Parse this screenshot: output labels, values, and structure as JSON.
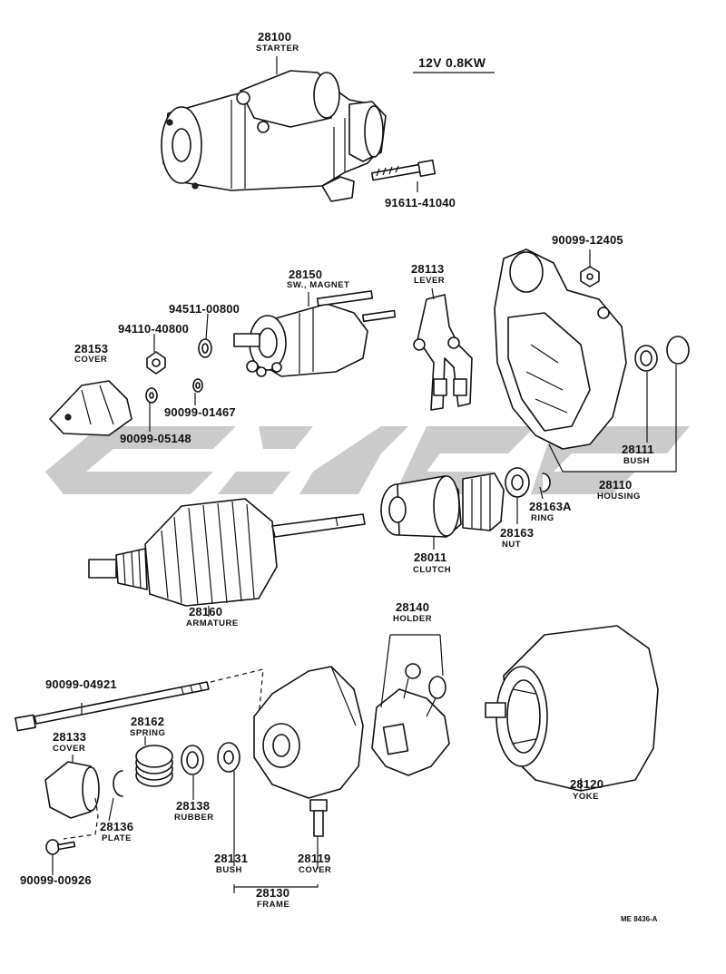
{
  "title": "12V 0.8KW",
  "reference_code": "ME 8436-A",
  "parts": [
    {
      "id": "starter",
      "number": "28100",
      "name": "STARTER"
    },
    {
      "id": "bolt",
      "number": "91611-41040",
      "name": ""
    },
    {
      "id": "nut-top",
      "number": "90099-12405",
      "name": ""
    },
    {
      "id": "sw-magnet",
      "number": "28150",
      "name": "SW., MAGNET"
    },
    {
      "id": "lever",
      "number": "28113",
      "name": "LEVER"
    },
    {
      "id": "washer-94511",
      "number": "94511-00800",
      "name": ""
    },
    {
      "id": "nut-94110",
      "number": "94110-40800",
      "name": ""
    },
    {
      "id": "cover-28153",
      "number": "28153",
      "name": "COVER"
    },
    {
      "id": "washer-01467",
      "number": "90099-01467",
      "name": ""
    },
    {
      "id": "washer-05148",
      "number": "90099-05148",
      "name": ""
    },
    {
      "id": "bush-28111",
      "number": "28111",
      "name": "BUSH"
    },
    {
      "id": "housing",
      "number": "28110",
      "name": "HOUSING"
    },
    {
      "id": "ring",
      "number": "28163A",
      "name": "RING"
    },
    {
      "id": "nut-28163",
      "number": "28163",
      "name": "NUT"
    },
    {
      "id": "clutch",
      "number": "28011",
      "name": "CLUTCH"
    },
    {
      "id": "armature",
      "number": "28160",
      "name": "ARMATURE"
    },
    {
      "id": "holder",
      "number": "28140",
      "name": "HOLDER"
    },
    {
      "id": "through-bolt",
      "number": "90099-04921",
      "name": ""
    },
    {
      "id": "spring",
      "number": "28162",
      "name": "SPRING"
    },
    {
      "id": "cover-28133",
      "number": "28133",
      "name": "COVER"
    },
    {
      "id": "plate",
      "number": "28136",
      "name": "PLATE"
    },
    {
      "id": "rubber",
      "number": "28138",
      "name": "RUBBER"
    },
    {
      "id": "screw",
      "number": "90099-00926",
      "name": ""
    },
    {
      "id": "bush-28131",
      "number": "28131",
      "name": "BUSH"
    },
    {
      "id": "cover-28119",
      "number": "28119",
      "name": "COVER"
    },
    {
      "id": "frame",
      "number": "28130",
      "name": "FRAME"
    },
    {
      "id": "yoke",
      "number": "28120",
      "name": "YOKE"
    }
  ],
  "colors": {
    "ink": "#111111",
    "watermark": "#b9b9b9",
    "background": "#ffffff"
  }
}
